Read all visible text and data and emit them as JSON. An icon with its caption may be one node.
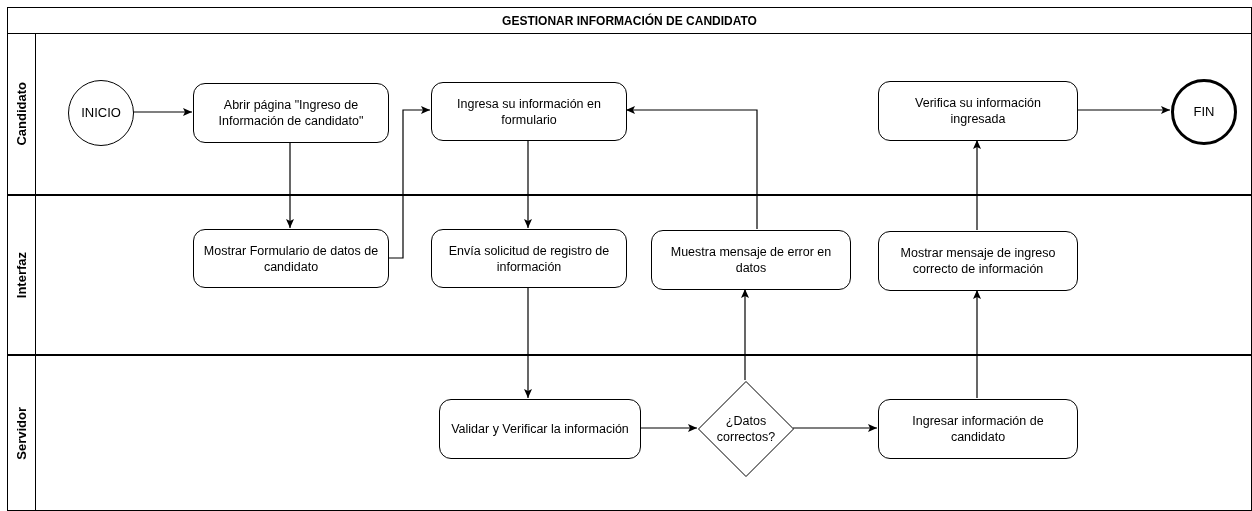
{
  "diagram": {
    "title": "GESTIONAR INFORMACIÓN DE CANDIDATO",
    "nodes": [
      {
        "text": [
          "Candidato"
        ]
      },
      {
        "text": [
          "Interfaz"
        ]
      },
      {
        "text": [
          "Servidor"
        ]
      },
      {
        "text": [
          "INICIO"
        ],
        "in": 0
      },
      {
        "text": [
          "Abrir página \"Ingreso de Información de candidato\""
        ],
        "in": 0
      },
      {
        "text": [
          "Ingresa su información en formulario"
        ],
        "in": 0
      },
      {
        "text": [
          "Verifica su información ingresada"
        ],
        "in": 0
      },
      {
        "text": [
          "FIN"
        ],
        "in": 0
      },
      {
        "text": [
          "Mostrar Formulario de datos de candidato"
        ],
        "in": 1
      },
      {
        "text": [
          "Envía solicitud de registro de información"
        ],
        "in": 1
      },
      {
        "text": [
          "Muestra mensaje de error en datos"
        ],
        "in": 1
      },
      {
        "text": [
          "Mostrar mensaje de ingreso correcto de información"
        ],
        "in": 1
      },
      {
        "text": [
          "Validar y Verificar la información"
        ],
        "in": 2
      },
      {
        "text": [
          "¿Datos correctos?"
        ],
        "in": 2
      },
      {
        "text": [
          "Ingresar información de candidato"
        ],
        "in": 2
      }
    ],
    "edges": [
      {
        "from": 3,
        "to": 4,
        "arrow": "to"
      },
      {
        "from": 4,
        "to": 8,
        "arrow": "to"
      },
      {
        "from": 8,
        "to": 5,
        "arrow": "to"
      },
      {
        "from": 5,
        "to": 9,
        "arrow": "to"
      },
      {
        "from": 9,
        "to": 12,
        "arrow": "to"
      },
      {
        "from": 12,
        "to": 13,
        "arrow": "to"
      },
      {
        "from": 13,
        "to": 10,
        "arrow": "to"
      },
      {
        "from": 10,
        "to": 5,
        "arrow": "to"
      },
      {
        "from": 13,
        "to": 14,
        "arrow": "to"
      },
      {
        "from": 14,
        "to": 11,
        "arrow": "to"
      },
      {
        "from": 11,
        "to": 6,
        "arrow": "to"
      },
      {
        "from": 6,
        "to": 7,
        "arrow": "to"
      }
    ]
  }
}
